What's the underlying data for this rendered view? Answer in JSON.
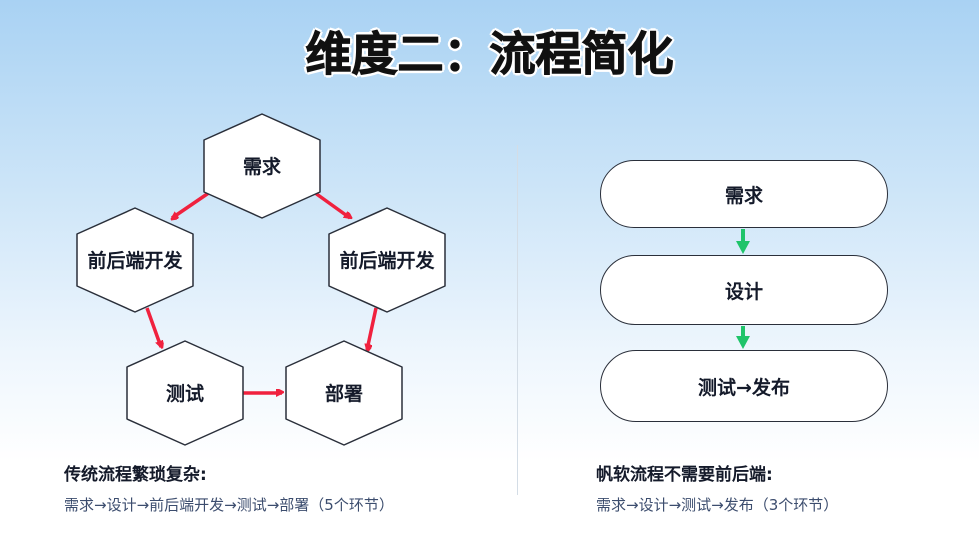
{
  "title": "维度二：流程简化",
  "traditional": {
    "nodes": [
      "需求",
      "前后端开发",
      "前后端开发",
      "测试",
      "部署"
    ],
    "caption": "传统流程繁琐复杂:",
    "summary": "需求→设计→前后端开发→测试→部署（5个环节）",
    "arrow_color": "#f0213e"
  },
  "fanruan": {
    "steps": [
      "需求",
      "设计",
      "测试→发布"
    ],
    "caption": "帆软流程不需要前后端:",
    "summary": "需求→设计→测试→发布（3个环节）",
    "arrow_color": "#1fc46a"
  }
}
